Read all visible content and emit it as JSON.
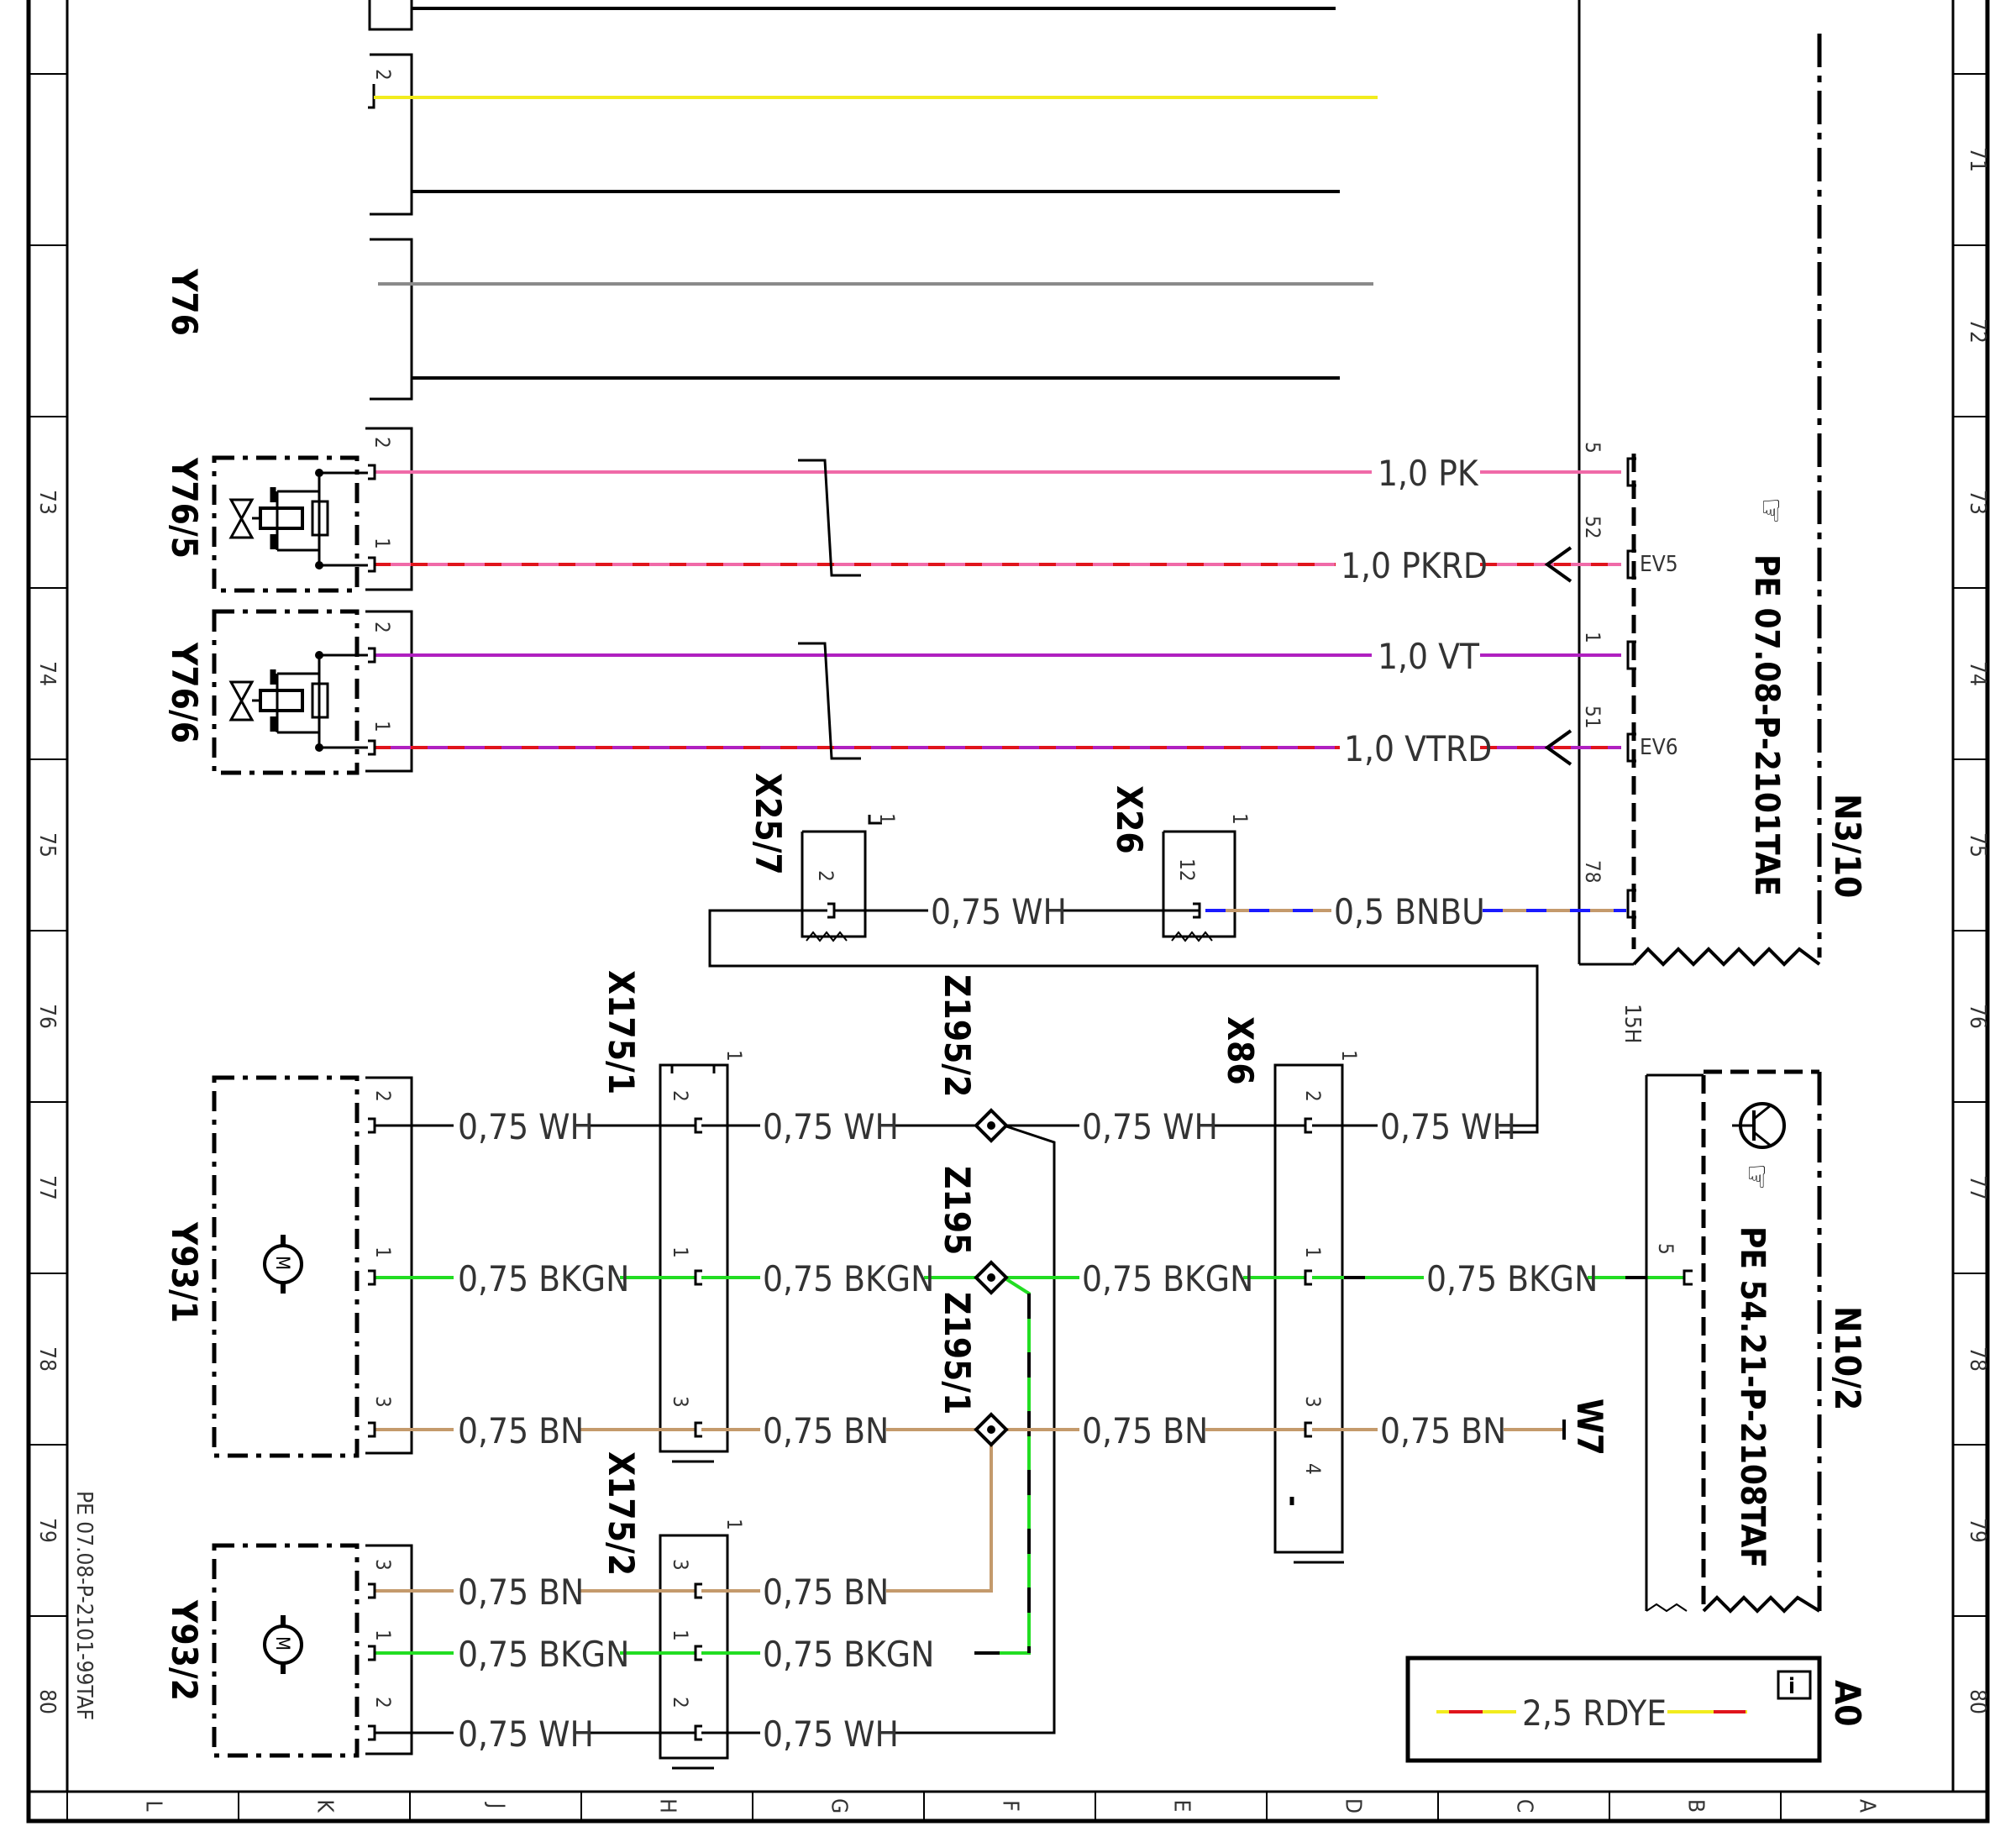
{
  "sheet_ref": "PE 07.08-P-2101-99TAF",
  "grid": {
    "rows": [
      "71",
      "72",
      "73",
      "74",
      "75",
      "76",
      "77",
      "78",
      "79",
      "80"
    ],
    "cols": [
      "L",
      "K",
      "J",
      "H",
      "G",
      "F",
      "E",
      "D",
      "C",
      "B",
      "A"
    ]
  },
  "components": {
    "y76": "Y76",
    "y76_5": "Y76/5",
    "y76_6": "Y76/6",
    "y93_1": "Y93/1",
    "y93_2": "Y93/2",
    "x25_7": "X25/7",
    "x26": "X26",
    "x175_1": "X175/1",
    "x175_2": "X175/2",
    "x86": "X86",
    "z195_2": "Z195/2",
    "z195": "Z195",
    "z195_1": "Z195/1",
    "n3_10": "N3/10",
    "n10_2": "N10/2",
    "w7": "W7",
    "a0": "A0"
  },
  "references": {
    "n3_10_ref": "PE 07.08-P-2101TAE",
    "n10_2_ref": "PE 54.21-P-2108TAF"
  },
  "wires": {
    "pk": "1,0 PK",
    "pkrd": "1,0 PKRD",
    "vt": "1,0 VT",
    "vtrd": "1,0 VTRD",
    "wh05": "0,75 WH",
    "bnbu": "0,5 BNBU",
    "wh": "0,75 WH",
    "bkgn": "0,75 BKGN",
    "bn": "0,75 BN",
    "rdye": "2,5 RDYE"
  },
  "pins": {
    "n3_5": "5",
    "n3_52": "52",
    "n3_1": "1",
    "n3_51": "51",
    "n3_78": "78",
    "ev5": "EV5",
    "ev6": "EV6",
    "y76_2": "2",
    "y765_2": "2",
    "y765_1": "1",
    "y766_2": "2",
    "y766_1": "1",
    "x257_1": "1",
    "x257_2": "2",
    "x26_1": "1",
    "x26_12": "12",
    "x1751_1": "1",
    "x1751_2": "2",
    "x1751_1b": "1",
    "x1751_3": "3",
    "x1752_1": "1",
    "x1752_3": "3",
    "x1752_1b": "1",
    "x1752_2": "2",
    "x86_1": "1",
    "x86_2": "2",
    "x86_1b": "1",
    "x86_3": "3",
    "x86_4": "4",
    "y931_2": "2",
    "y931_1": "1",
    "y931_3": "3",
    "y932_3": "3",
    "y932_1": "1",
    "y932_2": "2",
    "n10_5": "5",
    "n10_15h": "15H",
    "motor": "M",
    "info": "i"
  },
  "colors": {
    "pink": "#f06aa8",
    "red": "#e0141c",
    "violet": "#b020c0",
    "green": "#22dd22",
    "brown": "#c49a6c",
    "blue": "#1a1aff",
    "yellow": "#f2ec1e",
    "gray": "#8a8a8a",
    "black": "#000000"
  }
}
